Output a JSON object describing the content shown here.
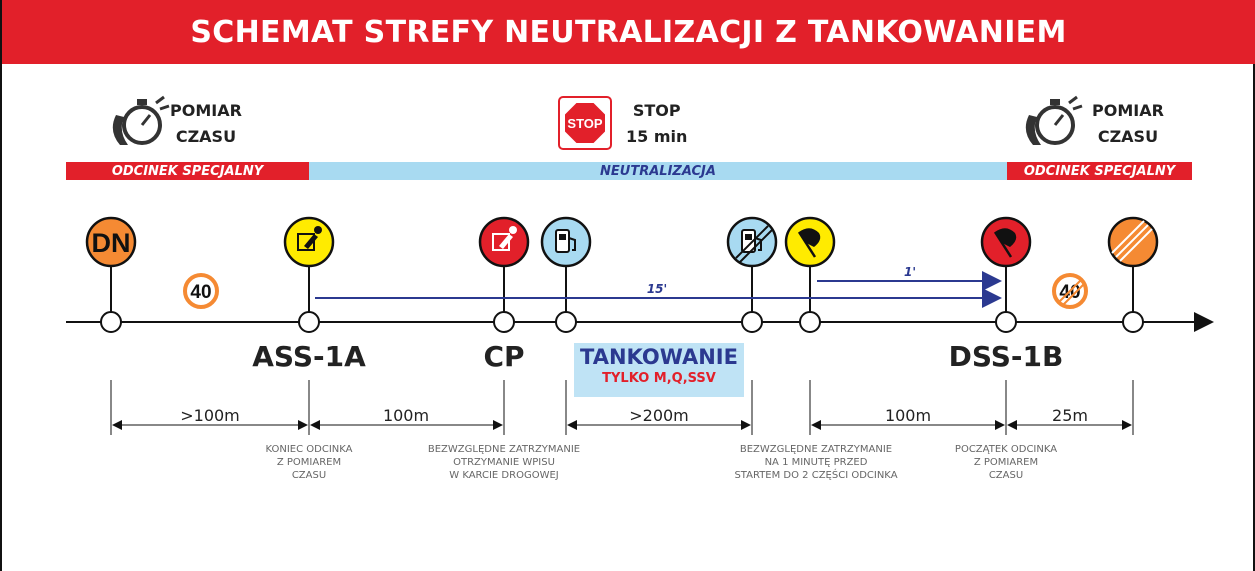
{
  "title": "SCHEMAT STREFY NEUTRALIZACJI Z TANKOWANIEM",
  "top_left": {
    "line1": "POMIAR",
    "line2": "CZASU"
  },
  "top_center": {
    "line1": "STOP",
    "line2": "15 min",
    "sign_text": "STOP"
  },
  "top_right": {
    "line1": "POMIAR",
    "line2": "CZASU"
  },
  "bands": {
    "left": "ODCINEK SPECJALNY",
    "middle": "NEUTRALIZACJA",
    "right": "ODCINEK SPECJALNY"
  },
  "signs": {
    "dn": "DN",
    "speed_limit": "40",
    "speed_end": "40"
  },
  "arrows": {
    "long": "15'",
    "short": "1'"
  },
  "checkpoints": {
    "ass": "ASS-1A",
    "cp": "CP",
    "dss": "DSS-1B"
  },
  "tankowanie": {
    "title": "TANKOWANIE",
    "subtitle": "TYLKO M,Q,SSV"
  },
  "distances": [
    ">100m",
    "100m",
    ">200m",
    "100m",
    "25m"
  ],
  "notes": {
    "ass": [
      "KONIEC ODCINKA",
      "Z POMIAREM",
      "CZASU"
    ],
    "cp": [
      "BEZWZGLĘDNE ZATRZYMANIE",
      "OTRZYMANIE WPISU",
      "W KARCIE DROGOWEJ"
    ],
    "flag": [
      "BEZWZGLĘDNE ZATRZYMANIE",
      "NA 1 MINUTĘ PRZED",
      "STARTEM DO 2 CZĘŚCI ODCINKA"
    ],
    "dss": [
      "POCZĄTEK ODCINKA",
      "Z POMIAREM",
      "CZASU"
    ]
  },
  "colors": {
    "red": "#e2202a",
    "orange": "#f58a33",
    "yellow": "#ffeb00",
    "light_blue": "#a8daf1",
    "navy": "#2b3990"
  }
}
